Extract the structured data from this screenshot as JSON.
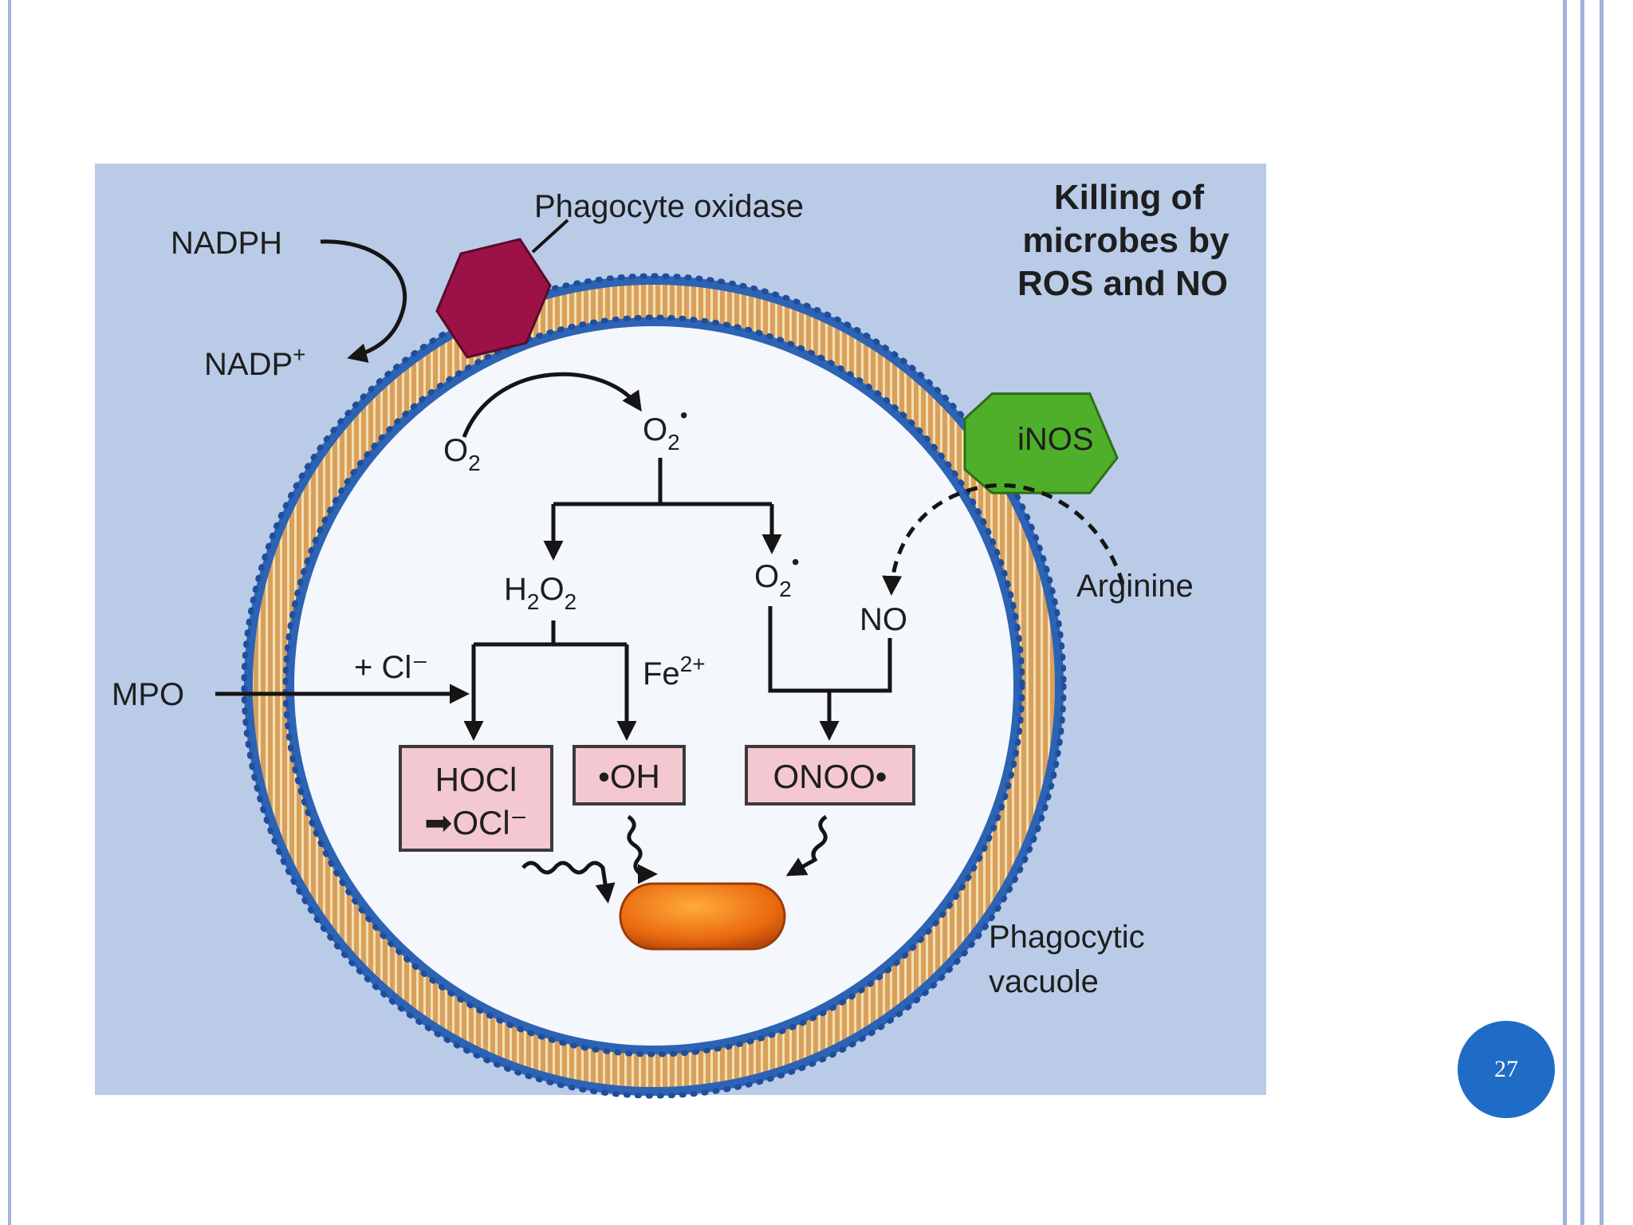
{
  "diagram": {
    "title_lines": [
      "Killing of",
      "microbes by",
      "ROS and NO"
    ],
    "labels": {
      "phagocyte_oxidase": "Phagocyte oxidase",
      "nadph": "NADPH",
      "nadp_base": "NADP",
      "nadp_sup": "+",
      "o2_base": "O",
      "o2_sub": "2",
      "superoxide_base": "O",
      "superoxide_sub": "2",
      "superoxide_sup": "•",
      "h2o2_h": "H",
      "h2o2_2a": "2",
      "h2o2_o": "O",
      "h2o2_2b": "2",
      "superoxide2_base": "O",
      "superoxide2_sub": "2",
      "superoxide2_sup": "•",
      "no": "NO",
      "arginine": "Arginine",
      "inos": "iNOS",
      "mpo": "MPO",
      "chloride": "+ Cl⁻",
      "fe": "Fe",
      "fe_sup": "2+",
      "vacuole_line1": "Phagocytic",
      "vacuole_line2": "vacuole"
    },
    "products": {
      "hocl_line1": "HOCl",
      "hocl_line2": "➡OCl⁻",
      "hydroxyl": "•OH",
      "peroxynitrite": "ONOO•"
    }
  },
  "page_number": "27"
}
